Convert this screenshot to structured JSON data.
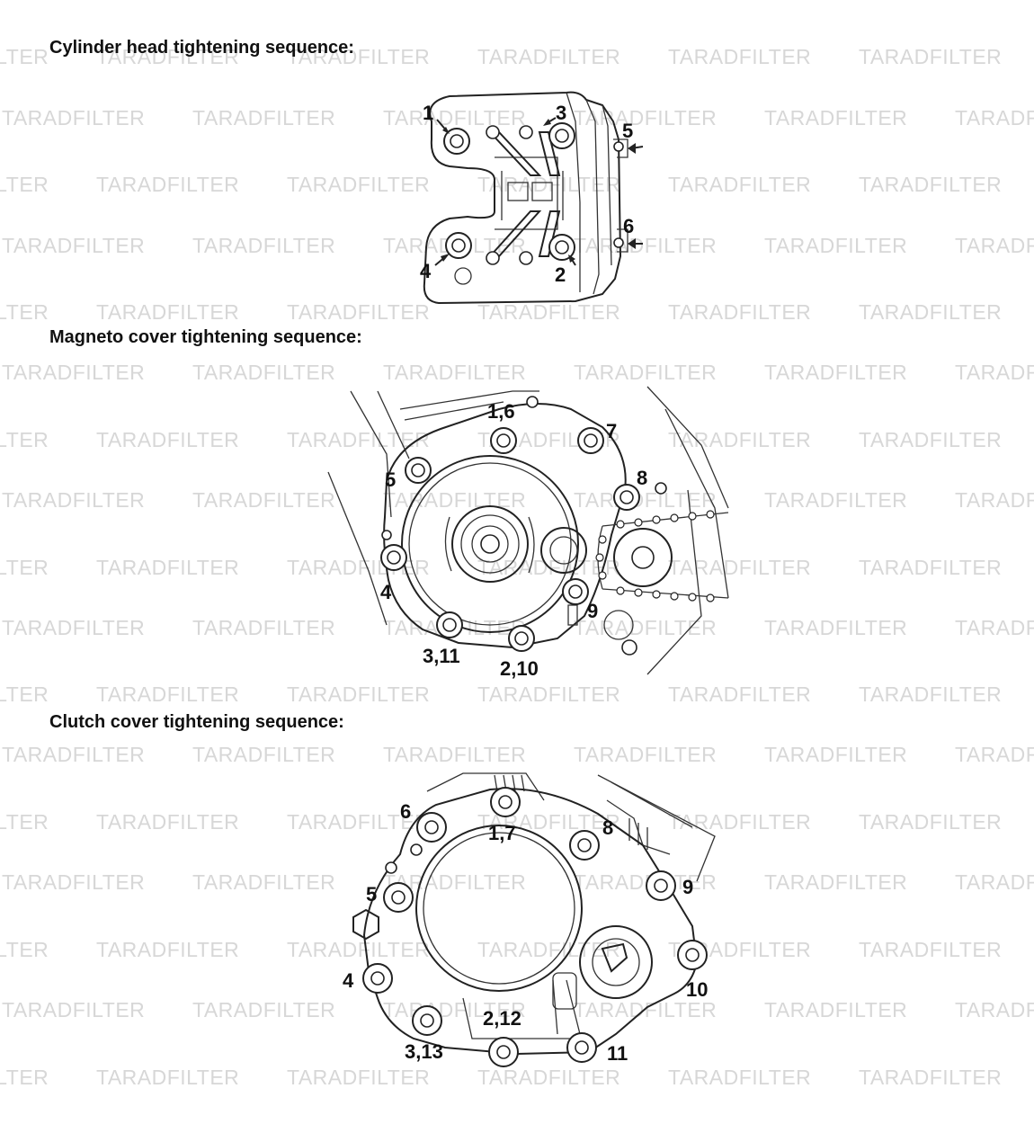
{
  "watermark": "TARADFILTER",
  "sections": {
    "cylinder_head": {
      "title": "Cylinder head tightening sequence:",
      "labels": [
        "1",
        "3",
        "5",
        "6",
        "4",
        "2"
      ]
    },
    "magneto_cover": {
      "title": "Magneto cover tightening sequence:",
      "labels": [
        "1,6",
        "7",
        "5",
        "8",
        "4",
        "9",
        "3,11",
        "2,10"
      ]
    },
    "clutch_cover": {
      "title": "Clutch cover tightening sequence:",
      "labels": [
        "6",
        "1,7",
        "8",
        "5",
        "9",
        "4",
        "10",
        "2,12",
        "3,13",
        "11"
      ]
    }
  }
}
